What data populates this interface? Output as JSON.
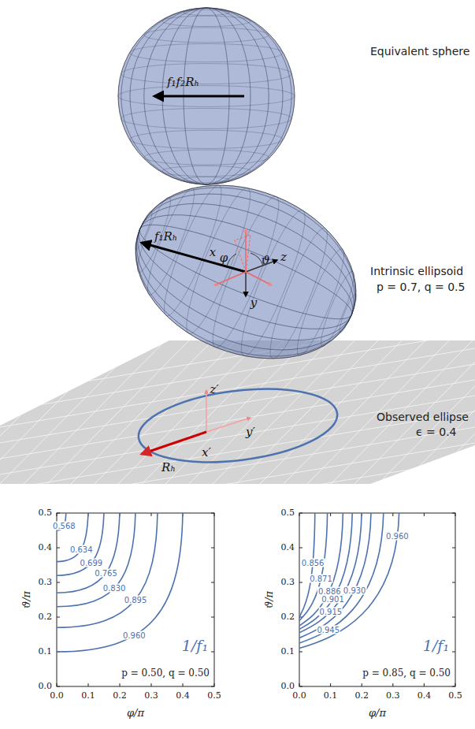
{
  "diagram": {
    "labels": [
      "Equivalent sphere",
      "f₁f₂Rₕ",
      "Intrinsic ellipsoid",
      "p = 0.7, q = 0.5",
      "f₁Rₕ",
      "x",
      "φ",
      "ϑ",
      "z",
      "y",
      "Observed ellipse",
      "ϵ = 0.4",
      "Rₕ",
      "x′",
      "y′",
      "z′",
      "0.5",
      "0.4",
      "0.3",
      "0.2",
      "0.1",
      "0.0",
      "0.0",
      "0.1",
      "0.2",
      "0.3",
      "0.4",
      "0.5",
      "ϑ/π",
      "φ/π",
      "1/f₁",
      "p = 0.50, q = 0.50",
      "0.568",
      "0.634",
      "0.699",
      "0.765",
      "0.830",
      "0.895",
      "0.960",
      "0.5",
      "0.4",
      "0.3",
      "0.2",
      "0.1",
      "0.0",
      "0.0",
      "0.1",
      "0.2",
      "0.3",
      "0.4",
      "0.5",
      "ϑ/π",
      "φ/π",
      "1/f₁",
      "p = 0.85, q = 0.50",
      "0.856",
      "0.871",
      "0.886",
      "0.901",
      "0.915",
      "0.930",
      "0.945",
      "0.960"
    ]
  }
}
